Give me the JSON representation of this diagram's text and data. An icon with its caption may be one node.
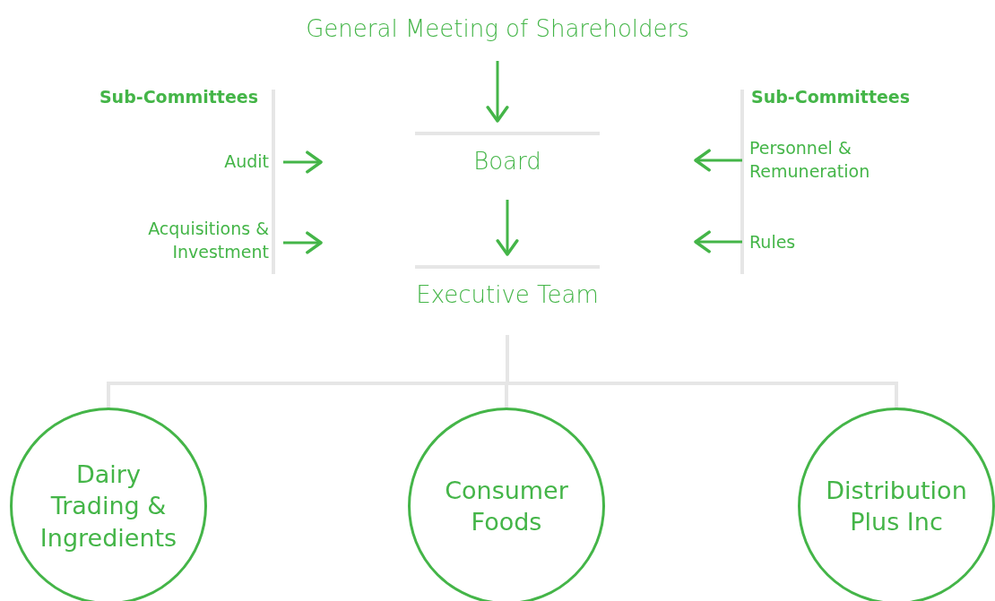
{
  "diagram": {
    "nodes": [
      {
        "text": [
          "General Meeting of Shareholders"
        ]
      },
      {
        "text": [
          "Board"
        ]
      },
      {
        "text": [
          "Executive Team"
        ]
      },
      {
        "text": [
          "Audit"
        ]
      },
      {
        "text": [
          "Acquisitions & Investment"
        ]
      },
      {
        "text": [
          "Personnel & Remuneration"
        ]
      },
      {
        "text": [
          "Rules"
        ]
      },
      {
        "text": [
          "Dairy Trading & Ingredients"
        ]
      },
      {
        "text": [
          "Consumer Foods"
        ]
      },
      {
        "text": [
          "Distribution Plus Inc"
        ]
      }
    ],
    "edges": [
      {
        "from": 0,
        "to": 1,
        "arrow": "to"
      },
      {
        "from": 1,
        "to": 2,
        "arrow": "to"
      },
      {
        "from": 3,
        "to": null,
        "arrow": "to"
      },
      {
        "from": 4,
        "to": null,
        "arrow": "to"
      },
      {
        "from": 5,
        "to": null,
        "arrow": "to"
      },
      {
        "from": 6,
        "to": null,
        "arrow": "to"
      },
      {
        "from": 2,
        "to": 7,
        "arrow": "none",
        "color": "#e6e6e6"
      },
      {
        "from": 2,
        "to": 8,
        "arrow": "none",
        "color": "#e6e6e6"
      },
      {
        "from": 2,
        "to": 9,
        "arrow": "none",
        "color": "#e6e6e6"
      }
    ],
    "labels": [
      "Sub-Committees",
      "Sub-Committees"
    ]
  }
}
